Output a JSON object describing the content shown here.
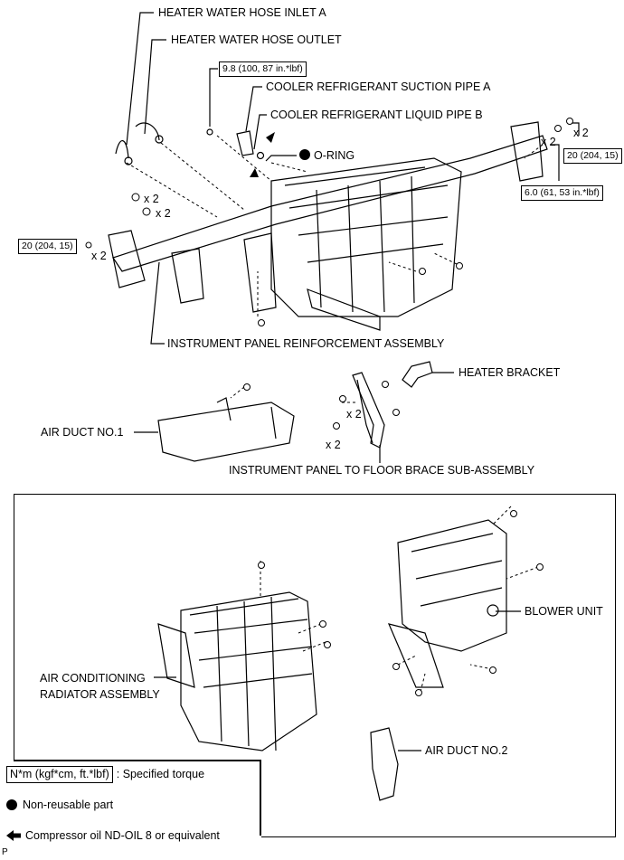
{
  "labels": {
    "heater_inlet": "HEATER WATER HOSE INLET A",
    "heater_outlet": "HEATER WATER HOSE OUTLET",
    "suction_pipe": "COOLER REFRIGERANT SUCTION PIPE A",
    "liquid_pipe": "COOLER REFRIGERANT LIQUID PIPE B",
    "o_ring": "O-RING",
    "ip_reinforcement": "INSTRUMENT PANEL REINFORCEMENT ASSEMBLY",
    "heater_bracket": "HEATER BRACKET",
    "air_duct_1": "AIR DUCT NO.1",
    "floor_brace": "INSTRUMENT PANEL TO FLOOR BRACE SUB-ASSEMBLY",
    "blower_unit": "BLOWER UNIT",
    "ac_radiator_line1": "AIR CONDITIONING",
    "ac_radiator_line2": "RADIATOR ASSEMBLY",
    "air_duct_2": "AIR DUCT NO.2"
  },
  "torques": {
    "t_top_left": "9.8 (100, 87 in.*lbf)",
    "t_left": "20 (204, 15)",
    "t_right": "20 (204, 15)",
    "t_right_lower": "6.0 (61, 53 in.*lbf)"
  },
  "multipliers": {
    "m1": "x 2",
    "m2": "x 2",
    "m3": "x 2",
    "m4": "x 2",
    "m5": "x 2",
    "m6": "x 2",
    "m7": "x 2"
  },
  "legend": {
    "torque_box": "N*m (kgf*cm, ft.*lbf)",
    "torque_text": ": Specified torque",
    "non_reusable": "Non-reusable part",
    "compressor_oil": "Compressor oil ND-OIL 8 or equivalent"
  },
  "corner_mark": "P"
}
